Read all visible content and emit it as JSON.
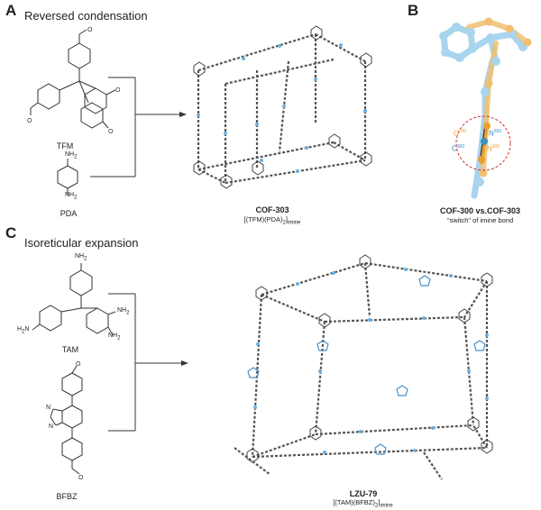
{
  "panels": {
    "a": {
      "letter": "A",
      "title": "Reversed condensation"
    },
    "b": {
      "letter": "B"
    },
    "c": {
      "letter": "C",
      "title": "Isoreticular expansion"
    }
  },
  "molecules": {
    "tfm": "TFM",
    "pda": "PDA",
    "tam": "TAM",
    "bfbz": "BFBZ"
  },
  "captions": {
    "cof303": {
      "name": "COF-303",
      "formula": "[(TFM)(PDA)",
      "formula_sub": "2",
      "formula_end": "]",
      "formula_tail": "imine"
    },
    "b": {
      "line1": "COF-300 vs.COF-303",
      "line2": "\"switch\" of imine bond"
    },
    "lzu79": {
      "name": "LZU-79",
      "formula": "[(TAM)(BFBZ)",
      "formula_sub": "2",
      "formula_end": "]",
      "formula_tail": "imine"
    }
  },
  "atom_labels": {
    "c_top": "C",
    "c_top_sup": "700",
    "n_top": "N",
    "n_top_sup": "300",
    "c_bot": "C",
    "c_bot_sup": "300",
    "n_bot": "N",
    "n_bot_sup": "300"
  },
  "substituents": {
    "nh2": "NH",
    "nh2_sub": "2",
    "h2n": "H",
    "h2n_mid": "2",
    "h2n_end": "N",
    "n": "N"
  },
  "colors": {
    "bond": "#555555",
    "imine_blue": "#6ab0e0",
    "orange": "#e8a030",
    "light_blue": "#a8d4ee",
    "dashed_red": "#d03030"
  }
}
